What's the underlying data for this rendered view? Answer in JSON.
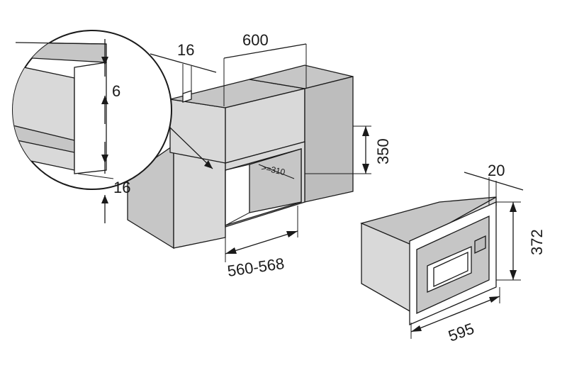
{
  "diagram": {
    "dimensions": {
      "trim_depth": "16",
      "cabinet_width": "600",
      "niche_height": "350",
      "min_depth": ">=310",
      "niche_width": "560-568",
      "detail_gap": "6",
      "detail_depth": "16",
      "appliance_frame_depth": "20",
      "appliance_height": "372",
      "appliance_width": "595"
    }
  }
}
